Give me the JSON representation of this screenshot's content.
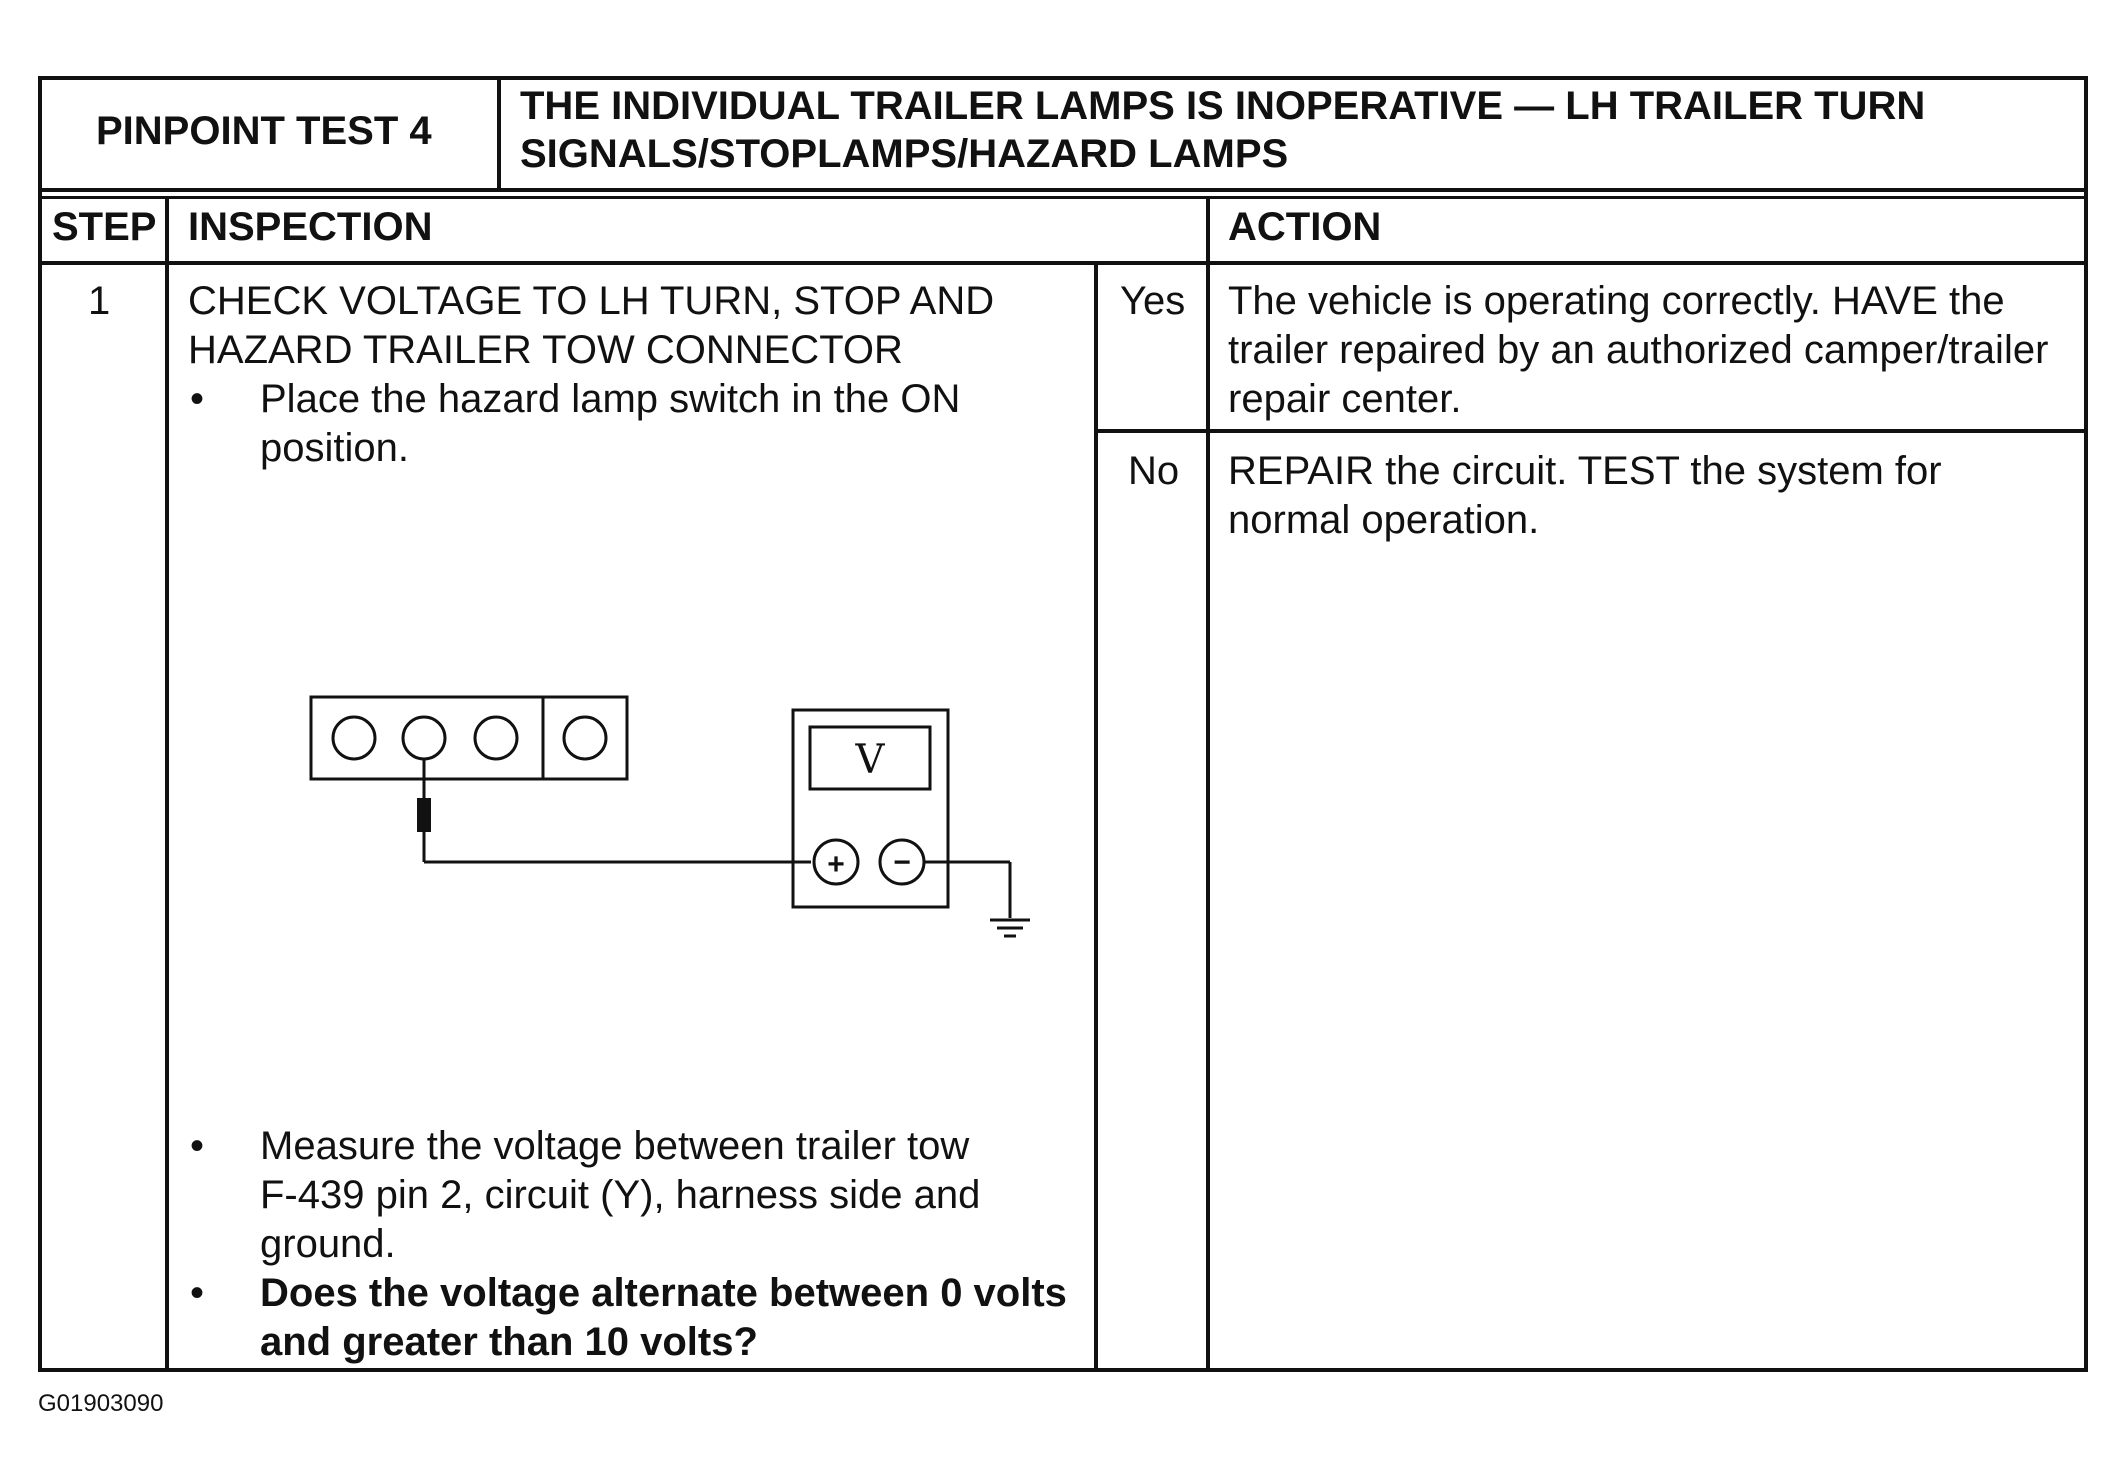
{
  "header": {
    "test_label": "PINPOINT TEST 4",
    "title_line1": "THE INDIVIDUAL TRAILER LAMPS IS INOPERATIVE — LH TRAILER TURN",
    "title_line2": "SIGNALS/STOPLAMPS/HAZARD LAMPS"
  },
  "columns": {
    "step": "STEP",
    "inspection": "INSPECTION",
    "action": "ACTION"
  },
  "step": {
    "number": "1",
    "heading_line1": "CHECK VOLTAGE TO LH TURN, STOP AND",
    "heading_line2": "HAZARD TRAILER TOW CONNECTOR",
    "bullet1_line1": "Place the hazard lamp switch in the ON",
    "bullet1_line2": "position.",
    "bullet2_line1": "Measure the voltage between trailer tow",
    "bullet2_line2": "F-439 pin 2, circuit (Y), harness side and",
    "bullet2_line3": "ground.",
    "bullet3_line1": "Does the voltage alternate between 0 volts",
    "bullet3_line2": "and greater than 10 volts?"
  },
  "diagram": {
    "meter_label": "V",
    "plus": "+",
    "minus": "−"
  },
  "results": {
    "yes_label": "Yes",
    "yes_line1": "The vehicle is operating correctly.  HAVE the",
    "yes_line2": "trailer repaired by an authorized camper/trailer",
    "yes_line3": "repair center.",
    "no_label": "No",
    "no_line1": "REPAIR the circuit.  TEST the system for",
    "no_line2": "normal operation."
  },
  "figure_id": "G01903090"
}
